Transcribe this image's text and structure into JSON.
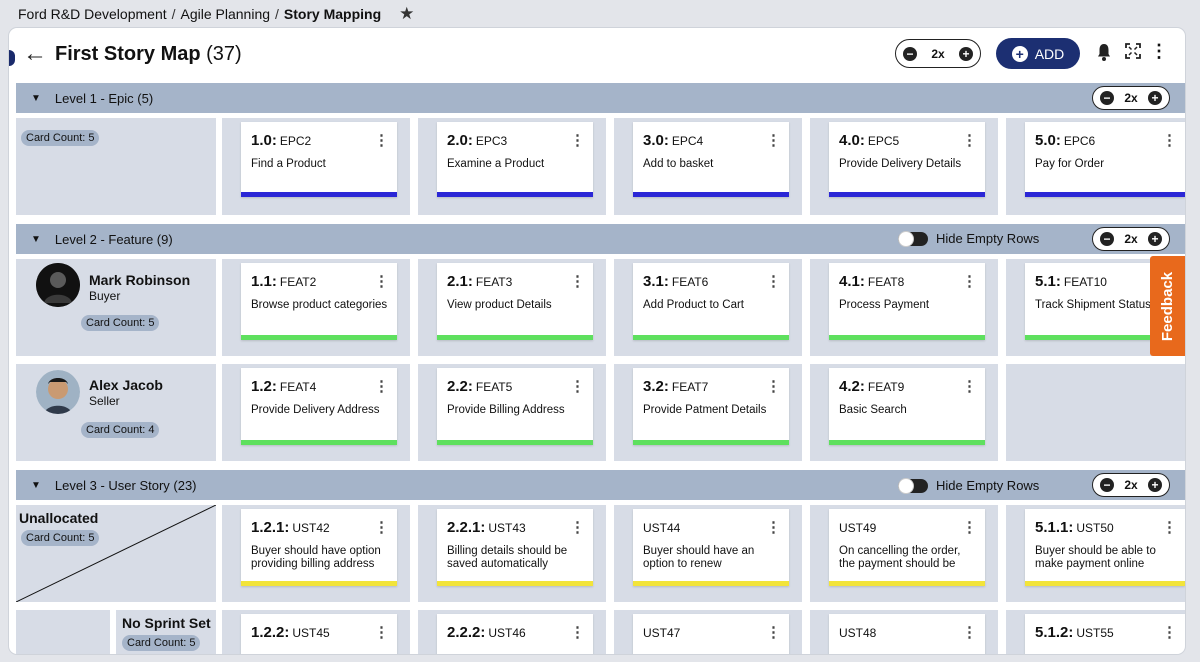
{
  "breadcrumb": {
    "org": "Ford R&D Development",
    "sep1": "/",
    "project": "Agile Planning",
    "sep2": "/",
    "current": "Story Mapping"
  },
  "header": {
    "back": "←",
    "title": "First Story Map",
    "count": "(37)",
    "zoom": "2x",
    "add_label": "ADD",
    "menu": "⋮"
  },
  "feedback_label": "Feedback",
  "levels": [
    {
      "label": "Level 1 - Epic (5)",
      "zoom": "2x"
    },
    {
      "label": "Level 2 - Feature (9)",
      "zoom": "2x",
      "hide_label": "Hide Empty Rows"
    },
    {
      "label": "Level 3 - User Story (23)",
      "zoom": "2x",
      "hide_label": "Hide Empty Rows"
    }
  ],
  "epic": {
    "badge": "Card Count: 5",
    "cards": [
      {
        "num": "1.0:",
        "code": "EPC2",
        "title": "Find a Product"
      },
      {
        "num": "2.0:",
        "code": "EPC3",
        "title": "Examine a Product"
      },
      {
        "num": "3.0:",
        "code": "EPC4",
        "title": "Add to basket"
      },
      {
        "num": "4.0:",
        "code": "EPC5",
        "title": "Provide Delivery Details"
      },
      {
        "num": "5.0:",
        "code": "EPC6",
        "title": "Pay for Order"
      }
    ]
  },
  "features": [
    {
      "name": "Mark Robinson",
      "role": "Buyer",
      "badge": "Card Count: 5",
      "cards": [
        {
          "num": "1.1:",
          "code": "FEAT2",
          "title": "Browse product categories"
        },
        {
          "num": "2.1:",
          "code": "FEAT3",
          "title": "View product Details"
        },
        {
          "num": "3.1:",
          "code": "FEAT6",
          "title": "Add Product to Cart"
        },
        {
          "num": "4.1:",
          "code": "FEAT8",
          "title": "Process Payment"
        },
        {
          "num": "5.1:",
          "code": "FEAT10",
          "title": "Track Shipment Status"
        }
      ]
    },
    {
      "name": "Alex Jacob",
      "role": "Seller",
      "badge": "Card Count: 4",
      "cards": [
        {
          "num": "1.2:",
          "code": "FEAT4",
          "title": "Provide Delivery Address"
        },
        {
          "num": "2.2:",
          "code": "FEAT5",
          "title": "Provide Billing Address"
        },
        {
          "num": "3.2:",
          "code": "FEAT7",
          "title": "Provide Patment Details"
        },
        {
          "num": "4.2:",
          "code": "FEAT9",
          "title": "Basic Search"
        }
      ]
    }
  ],
  "stories": {
    "unallocated": {
      "label": "Unallocated",
      "badge": "Card Count: 5",
      "cards": [
        {
          "num": "1.2.1:",
          "code": "UST42",
          "title": "Buyer should have option providing billing address"
        },
        {
          "num": "2.2.1:",
          "code": "UST43",
          "title": "Billing details should be saved automatically"
        },
        {
          "num": "",
          "code": "UST44",
          "title": "Buyer should have an option to renew"
        },
        {
          "num": "",
          "code": "UST49",
          "title": "On cancelling the order, the payment should be"
        },
        {
          "num": "5.1.1:",
          "code": "UST50",
          "title": "Buyer should be able to make payment online"
        }
      ]
    },
    "sprint": {
      "label": "No Sprint Set",
      "badge": "Card Count: 5",
      "cards": [
        {
          "num": "1.2.2:",
          "code": "UST45"
        },
        {
          "num": "2.2.2:",
          "code": "UST46"
        },
        {
          "num": "",
          "code": "UST47"
        },
        {
          "num": "",
          "code": "UST48"
        },
        {
          "num": "5.1.2:",
          "code": "UST55"
        }
      ]
    }
  },
  "colors": {
    "epic": "#2b27d6",
    "feature": "#5ee05e",
    "story": "#f2e43a",
    "level_bar": "#a5b4c9",
    "row_bg": "#d7dce6",
    "add": "#1c2f72",
    "feedback": "#e8691c"
  }
}
